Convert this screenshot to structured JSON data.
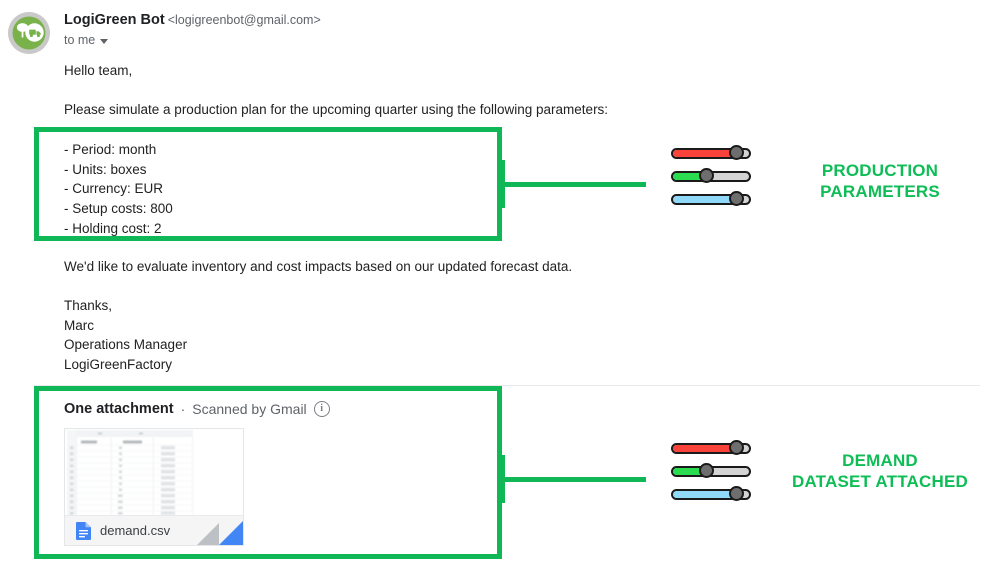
{
  "email": {
    "sender_name": "LogiGreen Bot",
    "sender_email": "<logigreenbot@gmail.com>",
    "recipient": "to me",
    "greeting": "Hello team,",
    "intro": "Please simulate a production plan for the upcoming quarter using the following parameters:",
    "parameters": [
      "- Period: month",
      "- Units: boxes",
      "- Currency: EUR",
      "- Setup costs: 800",
      "- Holding cost: 2"
    ],
    "evaluate": "We'd like to evaluate inventory and cost impacts based on our updated forecast data.",
    "signature": [
      "Thanks,",
      "Marc",
      "Operations Manager",
      "LogiGreenFactory"
    ]
  },
  "attachment": {
    "count_label": "One attachment",
    "separator": "·",
    "scanned_label": "Scanned by Gmail",
    "info_glyph": "i",
    "filename": "demand.csv"
  },
  "annotations": [
    {
      "id": "production-parameters",
      "label_line1": "PRODUCTION",
      "label_line2": "PARAMETERS"
    },
    {
      "id": "demand-dataset",
      "label_line1": "DEMAND",
      "label_line2": "DATASET ATTACHED"
    }
  ],
  "sliders": [
    {
      "color": "#f9423a",
      "fill_percent": 78,
      "knob_percent": 78
    },
    {
      "color": "#2bdc50",
      "fill_percent": 42,
      "knob_percent": 42
    },
    {
      "color": "#8fd8f7",
      "fill_percent": 78,
      "knob_percent": 78
    }
  ],
  "colors": {
    "accent_green": "#10b757",
    "label_green": "#0fbd56",
    "slider_red": "#f9423a",
    "slider_green": "#2bdc50",
    "slider_blue": "#8fd8f7",
    "doc_icon_blue": "#4285f4"
  }
}
